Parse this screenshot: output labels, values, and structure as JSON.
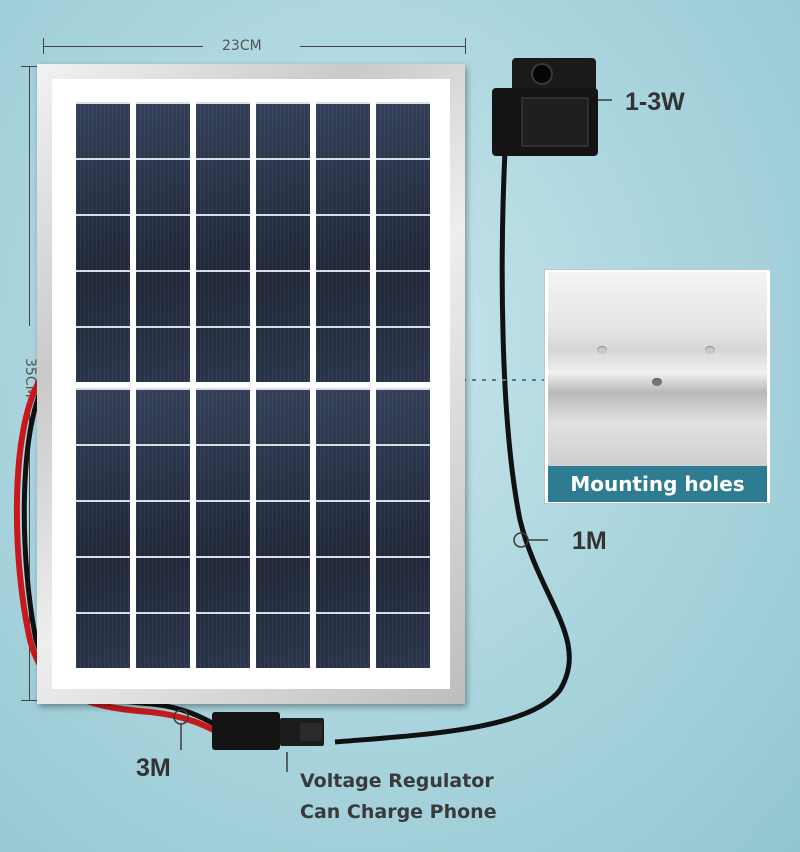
{
  "dimensions": {
    "width_label": "23CM",
    "height_label": "35CM"
  },
  "pump": {
    "power_label": "1-3W",
    "cable_length_label": "1M"
  },
  "panel_cable": {
    "length_label": "3M"
  },
  "regulator": {
    "line1": "Voltage Regulator",
    "line2": "Can Charge Phone"
  },
  "callout": {
    "label": "Mounting holes"
  },
  "colors": {
    "background": "#a9d4dd",
    "cell": "#2a3348",
    "callout_bar": "#2e7c91",
    "red_wire": "#c8181c",
    "black_wire": "#111111"
  }
}
